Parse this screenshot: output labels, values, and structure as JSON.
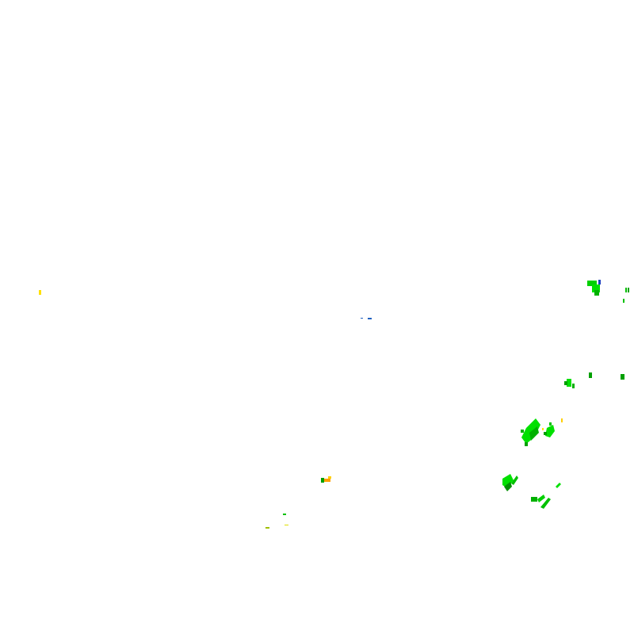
{
  "map": {
    "kind": "weather-radar-overlay",
    "background_color": "#ffffff",
    "legend_colors": {
      "light": "#00e000",
      "moderate": "#00a000",
      "heavy": "#ffe000",
      "intense": "#ffa000",
      "clear_air": "#2060c0"
    },
    "echoes": [
      {
        "region": "west",
        "intensity": "heavy"
      },
      {
        "region": "center",
        "intensity": "clear_air"
      },
      {
        "region": "east-upper",
        "intensity": "light"
      },
      {
        "region": "east-upper",
        "intensity": "moderate"
      },
      {
        "region": "east-upper",
        "intensity": "clear_air"
      },
      {
        "region": "east-middle",
        "intensity": "light"
      },
      {
        "region": "east-middle",
        "intensity": "moderate"
      },
      {
        "region": "southeast",
        "intensity": "light"
      },
      {
        "region": "southeast",
        "intensity": "moderate"
      },
      {
        "region": "southeast",
        "intensity": "heavy"
      },
      {
        "region": "south-central",
        "intensity": "intense"
      },
      {
        "region": "south-central",
        "intensity": "moderate"
      },
      {
        "region": "south-central",
        "intensity": "heavy"
      }
    ]
  }
}
